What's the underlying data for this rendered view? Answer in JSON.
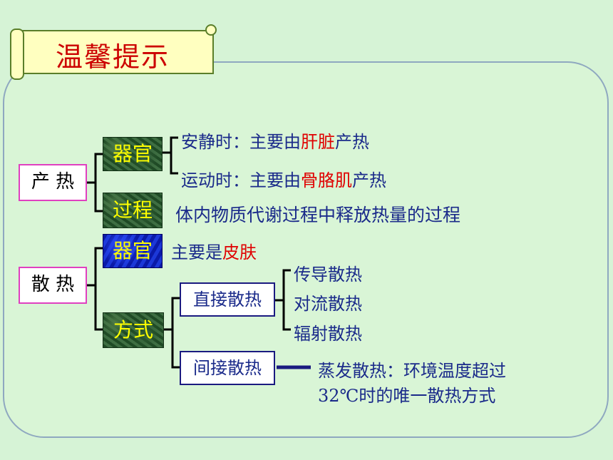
{
  "banner": {
    "title": "温馨提示"
  },
  "heat_production": {
    "label": "产 热",
    "organ": {
      "label": "器官",
      "items": [
        {
          "prefix": "安静时：主要由",
          "highlight": "肝脏",
          "suffix": "产热"
        },
        {
          "prefix": "运动时：主要由",
          "highlight": "骨胳肌",
          "suffix": "产热"
        }
      ]
    },
    "process": {
      "label": "过程",
      "text": "体内物质代谢过程中释放热量的过程"
    }
  },
  "heat_dissipation": {
    "label": "散 热",
    "organ": {
      "label": "器官",
      "prefix": "主要是",
      "highlight": "皮肤"
    },
    "method": {
      "label": "方式",
      "direct": {
        "label": "直接散热",
        "items": [
          "传导散热",
          "对流散热",
          "辐射散热"
        ]
      },
      "indirect": {
        "label": "间接散热",
        "text_line1": "蒸发散热：环境温度超过",
        "text_line2": "32℃时的唯一散热方式"
      }
    }
  },
  "colors": {
    "background": "#d6f3d6",
    "title_red": "#cc0000",
    "text_navy": "#1a2a8a",
    "highlight_red": "#e00000",
    "label_yellow": "#ffff00",
    "pink_border": "#e040c0"
  }
}
